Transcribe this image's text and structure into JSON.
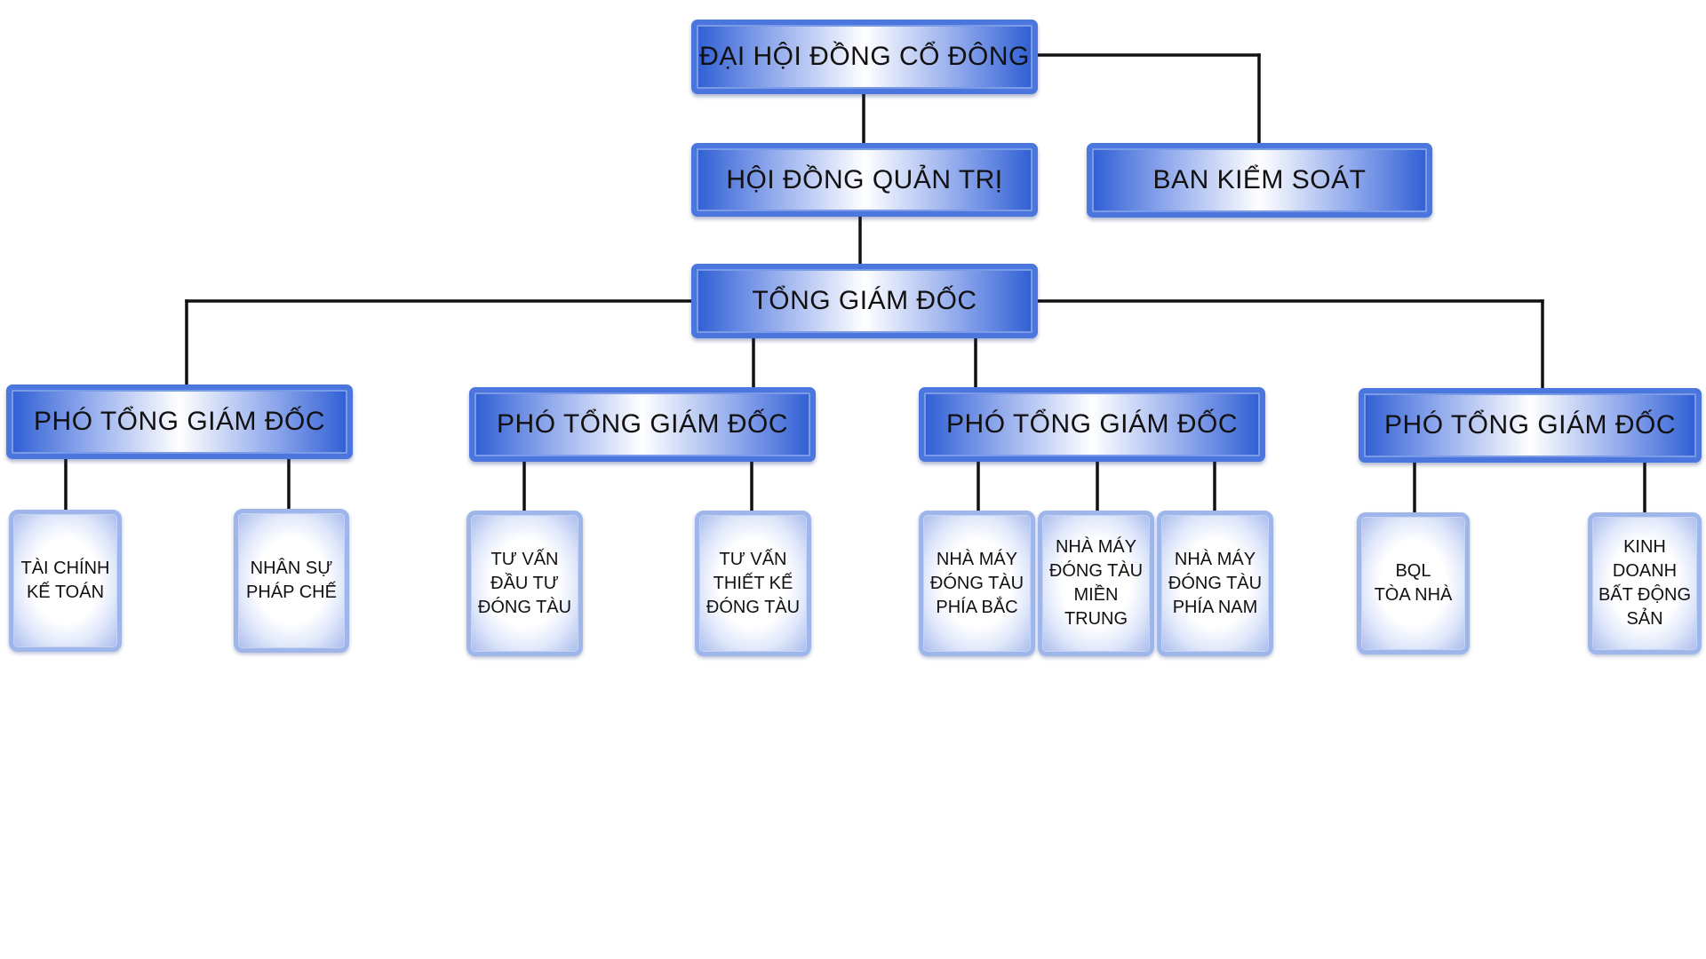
{
  "org_chart": {
    "shareholders": "ĐẠI HỘI ĐỒNG CỔ ĐÔNG",
    "board": "HỘI ĐỒNG QUẢN TRỊ",
    "supervisory": "BAN KIỂM SOÁT",
    "ceo": "TỔNG GIÁM ĐỐC",
    "deputies": [
      {
        "title": "PHÓ TỔNG GIÁM ĐỐC",
        "units": [
          "TÀI CHÍNH\nKẾ TOÁN",
          "NHÂN SỰ\nPHÁP CHẾ"
        ]
      },
      {
        "title": "PHÓ TỔNG GIÁM ĐỐC",
        "units": [
          "TƯ VẤN\nĐẦU TƯ\nĐÓNG TÀU",
          "TƯ VẤN\nTHIẾT KẾ\nĐÓNG TÀU"
        ]
      },
      {
        "title": "PHÓ TỔNG GIÁM ĐỐC",
        "units": [
          "NHÀ MÁY\nĐÓNG TÀU\nPHÍA BẮC",
          "NHÀ MÁY\nĐÓNG TÀU\nMIỀN TRUNG",
          "NHÀ MÁY\nĐÓNG TÀU\nPHÍA NAM"
        ]
      },
      {
        "title": "PHÓ TỔNG GIÁM ĐỐC",
        "units": [
          "BQL\nTÒA NHÀ",
          "KINH\nDOANH\nBẤT ĐỘNG\nSẢN"
        ]
      }
    ]
  }
}
